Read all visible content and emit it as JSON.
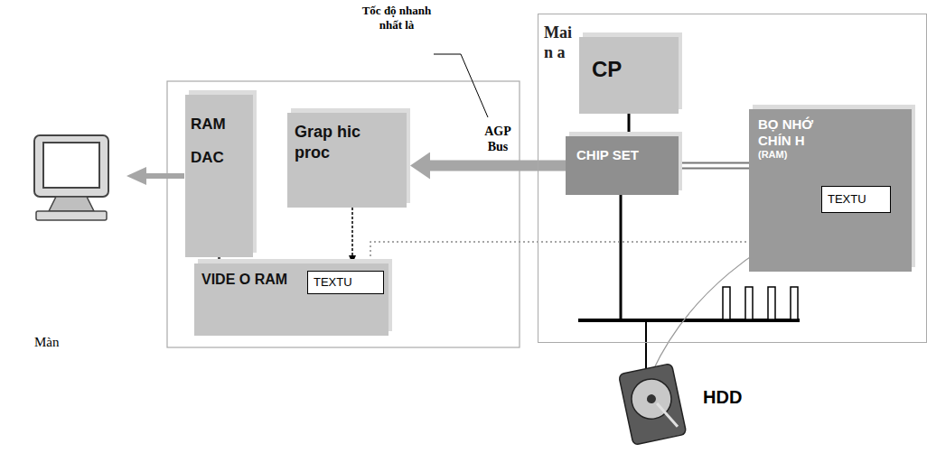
{
  "diagram": {
    "nodes": [
      {
        "text": [
          "RAM DAC"
        ]
      },
      {
        "text": [
          "Grap hic proc"
        ]
      },
      {
        "text": [
          "VIDE O RAM"
        ]
      },
      {
        "text": [
          "TEXTU"
        ],
        "in": 2
      },
      {
        "text": [
          "Mai n a"
        ]
      },
      {
        "text": [
          "CP"
        ],
        "in": 4
      },
      {
        "text": [
          "CHIP SET"
        ],
        "in": 4
      },
      {
        "text": [
          "BỌ NHỚ CHÍN H",
          "(RAM)"
        ],
        "in": 4
      },
      {
        "text": [
          "TEXTU"
        ],
        "in": 7
      }
    ],
    "edges": [
      {
        "from": 6,
        "to": 1,
        "arrow": "to",
        "label": "AGP Bus"
      },
      {
        "from": 5,
        "to": 6,
        "arrow": "none"
      },
      {
        "from": 6,
        "to": 7,
        "arrow": "none"
      },
      {
        "from": 0,
        "to": 2,
        "arrow": "none"
      },
      {
        "from": 1,
        "to": 2,
        "arrow": "to"
      },
      {
        "from": 8,
        "to": 3,
        "arrow": "to"
      }
    ],
    "labels": [
      "Tốc độ nhanh nhất là",
      "Màn",
      "HDD"
    ]
  }
}
